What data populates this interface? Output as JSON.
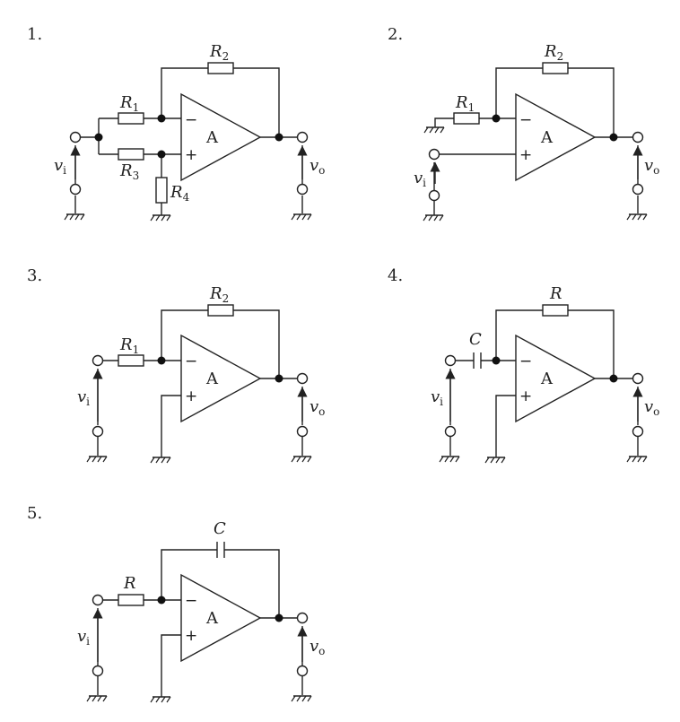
{
  "circuits": [
    {
      "number": "1.",
      "opamp": "A",
      "minus": "−",
      "plus": "+",
      "vi": "v",
      "vi_sub": "i",
      "vo": "v",
      "vo_sub": "o",
      "r1": "R",
      "r1_sub": "1",
      "r2": "R",
      "r2_sub": "2",
      "r3": "R",
      "r3_sub": "3",
      "r4": "R",
      "r4_sub": "4"
    },
    {
      "number": "2.",
      "opamp": "A",
      "minus": "−",
      "plus": "+",
      "vi": "v",
      "vi_sub": "i",
      "vo": "v",
      "vo_sub": "o",
      "r1": "R",
      "r1_sub": "1",
      "r2": "R",
      "r2_sub": "2"
    },
    {
      "number": "3.",
      "opamp": "A",
      "minus": "−",
      "plus": "+",
      "vi": "v",
      "vi_sub": "i",
      "vo": "v",
      "vo_sub": "o",
      "r1": "R",
      "r1_sub": "1",
      "r2": "R",
      "r2_sub": "2"
    },
    {
      "number": "4.",
      "opamp": "A",
      "minus": "−",
      "plus": "+",
      "vi": "v",
      "vi_sub": "i",
      "vo": "v",
      "vo_sub": "o",
      "c": "C",
      "r": "R"
    },
    {
      "number": "5.",
      "opamp": "A",
      "minus": "−",
      "plus": "+",
      "vi": "v",
      "vi_sub": "i",
      "vo": "v",
      "vo_sub": "o",
      "r": "R",
      "c": "C"
    }
  ]
}
